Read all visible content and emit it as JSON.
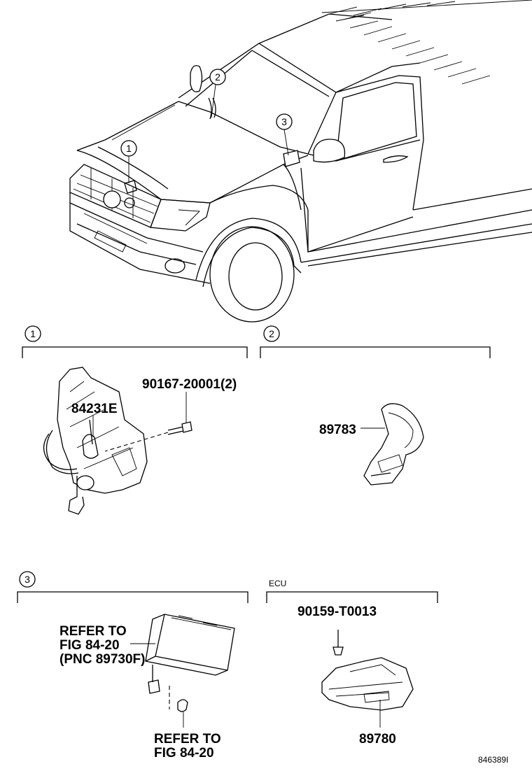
{
  "callouts": {
    "c1": "1",
    "c2": "2",
    "c3": "3"
  },
  "sections": {
    "s1_marker": "1",
    "s2_marker": "2",
    "s3_marker": "3",
    "ecu_title": "ECU"
  },
  "parts": {
    "p84231E": "84231E",
    "p90167": "90167-20001(2)",
    "p89783": "89783",
    "p90159": "90159-T0013",
    "p89780": "89780"
  },
  "refer_a": {
    "line1": "REFER TO",
    "line2": "FIG 84-20",
    "line3": "(PNC 89730F)"
  },
  "refer_b": {
    "line1": "REFER TO",
    "line2": "FIG 84-20"
  },
  "diagram_code": "846389I"
}
